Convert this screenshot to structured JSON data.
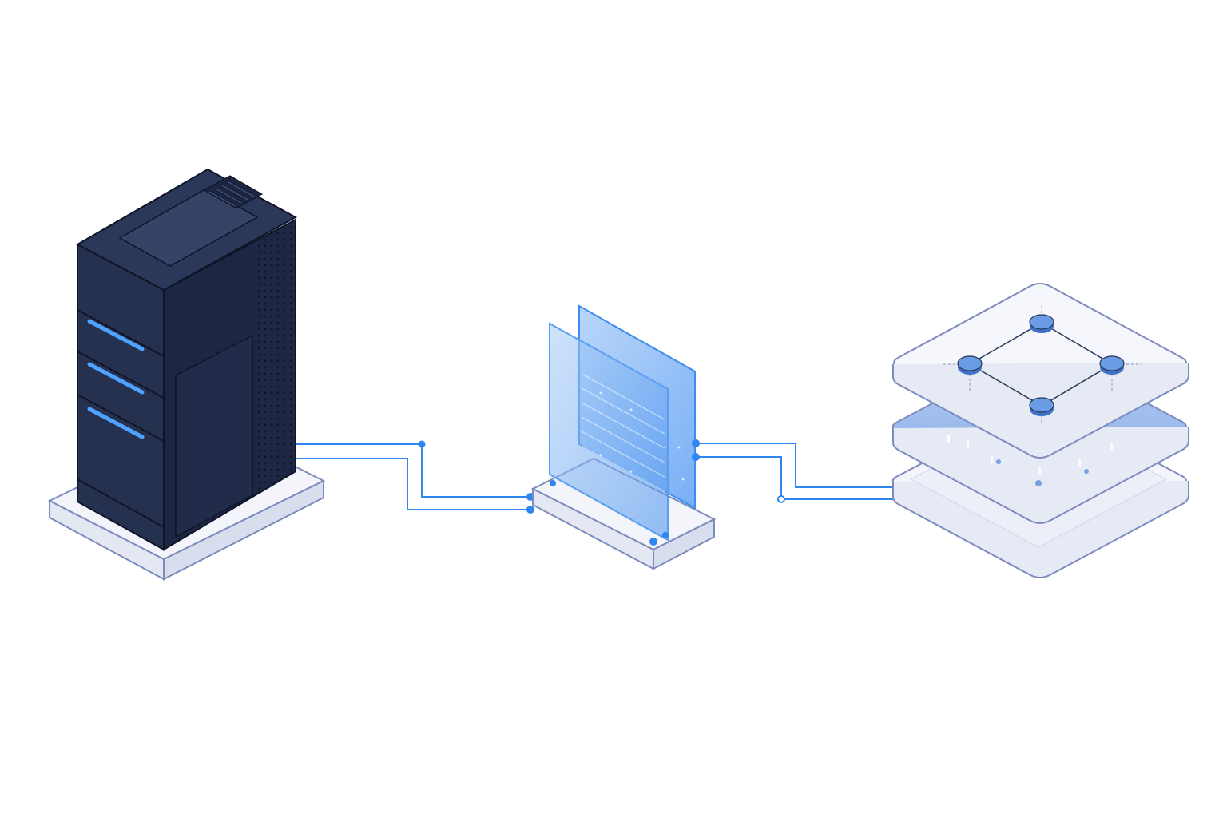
{
  "diagram": {
    "nodes": [
      {
        "id": "server",
        "kind": "server-tower"
      },
      {
        "id": "gateway",
        "kind": "translucent-panel"
      },
      {
        "id": "platform",
        "kind": "layered-stack"
      }
    ],
    "connections": [
      {
        "from": "server",
        "to": "gateway",
        "lines": 2
      },
      {
        "from": "gateway",
        "to": "platform",
        "lines": 2
      }
    ],
    "stack_top_nodes": 4,
    "stack_layers": 3
  },
  "colors": {
    "background": "#ffffff",
    "server_dark": "#1b2540",
    "server_mid": "#2a3658",
    "server_light": "#3a4770",
    "led_blue": "#4da3ff",
    "wire_blue": "#2f86f0",
    "panel_blue": "#3d8cf0",
    "base_fill": "#eef1f8",
    "base_stroke": "#7d8bbd",
    "node_blue": "#5b93e0"
  }
}
